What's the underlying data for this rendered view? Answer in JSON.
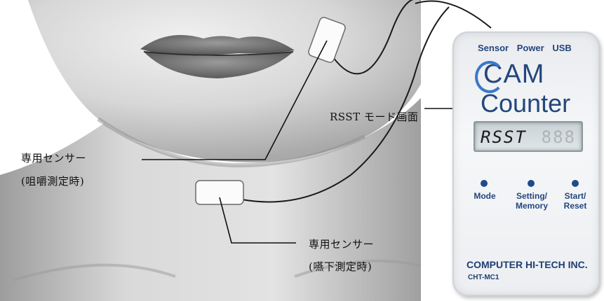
{
  "callouts": {
    "rsst_mode_screen": "RSST モード画面",
    "sensor_chewing_line1": "専用センサー",
    "sensor_chewing_line2": "(咀嚼測定時)",
    "sensor_swallow_line1": "専用センサー",
    "sensor_swallow_line2": "(嚥下測定時)"
  },
  "device": {
    "ports": [
      "Sensor",
      "Power",
      "USB"
    ],
    "brand_line1": "CAM",
    "brand_line2": "Counter",
    "lcd_text": "RSST",
    "lcd_ghost": "888",
    "buttons": [
      {
        "line1": "Mode",
        "line2": ""
      },
      {
        "line1": "Setting/",
        "line2": "Memory"
      },
      {
        "line1": "Start/",
        "line2": "Reset"
      }
    ],
    "maker": "COMPUTER HI-TECH INC.",
    "model": "CHT-MC1"
  },
  "colors": {
    "device_text": "#23477d",
    "button_dot": "#1f4a8c",
    "cable": "#1a1a1a"
  }
}
